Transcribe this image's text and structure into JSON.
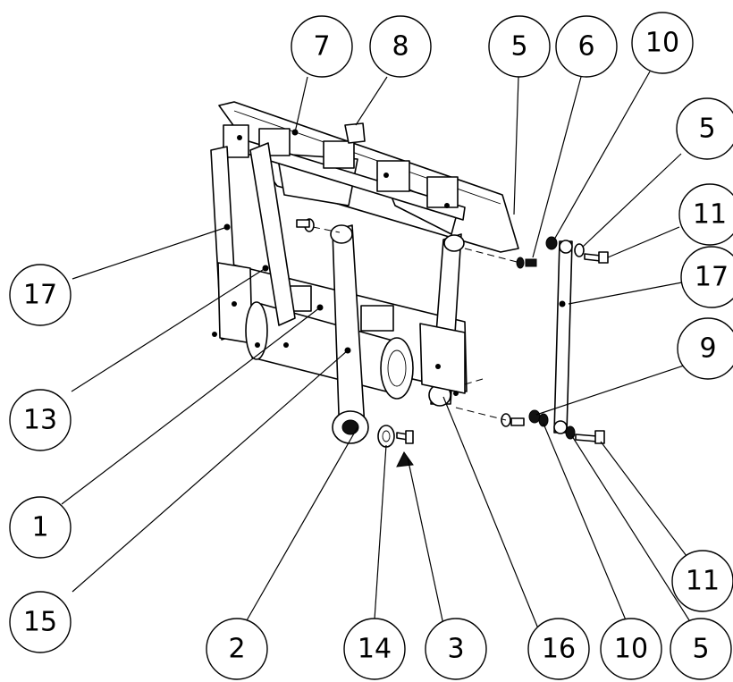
{
  "balloons": [
    "7",
    "8",
    "5",
    "6",
    "10",
    "5",
    "11",
    "17",
    "17",
    "9",
    "13",
    "1",
    "15",
    "2",
    "14",
    "3",
    "16",
    "10",
    "5",
    "11"
  ],
  "colors": {
    "line": "#000000",
    "background": "#ffffff"
  }
}
